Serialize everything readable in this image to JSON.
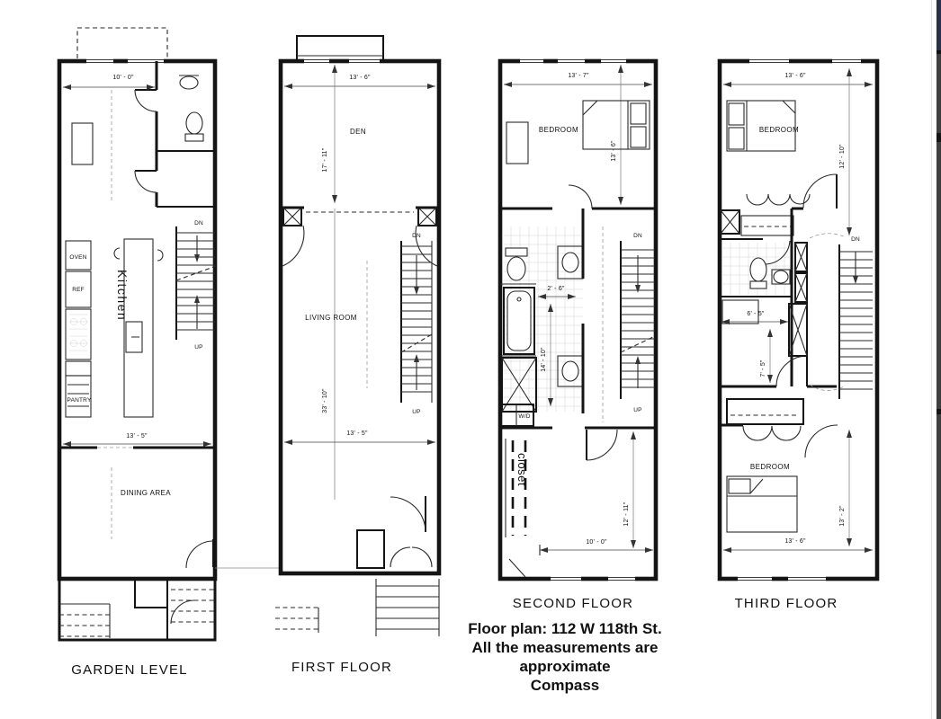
{
  "title_note": {
    "line1": "Floor plan: 112 W 118th St.",
    "line2": "All the measurements are",
    "line3": "approximate",
    "line4": "Compass"
  },
  "plans": [
    {
      "caption": "GARDEN LEVEL",
      "labels": {
        "kitchen": "Kitchen",
        "dining": "DINING AREA",
        "oven": "OVEN",
        "ref": "REF",
        "pantry": "PANTRY",
        "stair_dn": "DN",
        "stair_up": "UP"
      },
      "dims": {
        "front_width": "10' - 0\"",
        "kitchen_width": "13' - 5\""
      }
    },
    {
      "caption": "FIRST FLOOR",
      "labels": {
        "den": "DEN",
        "living_room": "LIVING ROOM",
        "stair_dn": "DN",
        "stair_up": "UP"
      },
      "dims": {
        "den_width": "13' - 6\"",
        "den_depth": "17' - 11\"",
        "living_depth": "33' - 10\"",
        "living_width": "13' - 5\""
      }
    },
    {
      "caption": "SECOND FLOOR",
      "labels": {
        "bedroom": "BEDROOM",
        "closet": "closet",
        "washer_dryer": "W/D",
        "stair_dn": "DN",
        "stair_up": "UP"
      },
      "dims": {
        "front_width": "13' - 7\"",
        "front_depth": "13' - 6\"",
        "hall_width": "2' - 6\"",
        "bath_depth": "14' - 10\"",
        "rear_width": "10' - 0\"",
        "rear_depth": "12' - 11\""
      }
    },
    {
      "caption": "THIRD FLOOR",
      "labels": {
        "bedroom_front": "BEDROOM",
        "bedroom_rear": "BEDROOM",
        "stair_dn": "DN"
      },
      "dims": {
        "front_width": "13' - 6\"",
        "front_depth": "12' - 10\"",
        "bath_width": "6' - 5\"",
        "bath_depth": "7' - 5\"",
        "rear_width": "13' - 6\"",
        "rear_depth": "13' - 2\""
      }
    }
  ]
}
